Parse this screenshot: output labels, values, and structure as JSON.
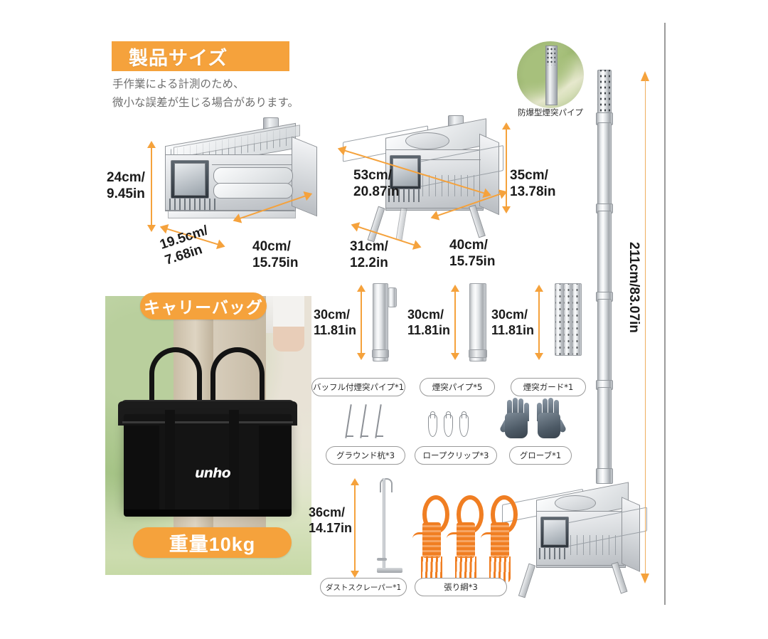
{
  "header": {
    "banner_title": "製品サイズ",
    "note_line1": "手作業による計測のため、",
    "note_line2": "微小な誤差が生じる場合があります。"
  },
  "stove_compact": {
    "height": "24cm/\n9.45in",
    "height_cm": "24cm/",
    "height_in": "9.45in",
    "depth_cm": "19.5cm/",
    "depth_in": "7.68in",
    "width_cm": "40cm/",
    "width_in": "15.75in"
  },
  "stove_deployed": {
    "width_cm": "53cm/",
    "width_in": "20.87in",
    "height_cm": "35cm/",
    "height_in": "13.78in",
    "depth_cm": "31cm/",
    "depth_in": "12.2in",
    "body_cm": "40cm/",
    "body_in": "15.75in"
  },
  "chimney_inset": {
    "label": "防爆型煙突パイプ"
  },
  "total_height": {
    "label": "211cm/83.07in"
  },
  "carry_bag": {
    "title": "キャリーバッグ",
    "weight": "重量10kg",
    "brand_logo": "unho"
  },
  "parts": [
    {
      "name": "baffle-pipe",
      "dim_cm": "30cm/",
      "dim_in": "11.81in",
      "label": "バッフル付煙突パイプ*1"
    },
    {
      "name": "chimney-pipe",
      "dim_cm": "30cm/",
      "dim_in": "11.81in",
      "label": "煙突パイプ*5"
    },
    {
      "name": "chimney-guard",
      "dim_cm": "30cm/",
      "dim_in": "11.81in",
      "label": "煙突ガード*1"
    },
    {
      "name": "ground-stake",
      "dim_cm": "",
      "dim_in": "",
      "label": "グラウンド杭*3"
    },
    {
      "name": "rope-clip",
      "dim_cm": "",
      "dim_in": "",
      "label": "ロープクリップ*3"
    },
    {
      "name": "glove",
      "dim_cm": "",
      "dim_in": "",
      "label": "グローブ*1"
    },
    {
      "name": "dust-scraper",
      "dim_cm": "36cm/",
      "dim_in": "14.17in",
      "label": "ダストスクレーパー*1"
    },
    {
      "name": "guy-rope",
      "dim_cm": "",
      "dim_in": "",
      "label": "張り綱*3"
    }
  ],
  "colors": {
    "accent_orange": "#F5A23C",
    "rope_orange": "#F07E22",
    "background": "#FFFFFF",
    "text_dark": "#1B1B1B",
    "text_muted": "#6F6F6F",
    "divider_gray": "#9B9B9B"
  }
}
